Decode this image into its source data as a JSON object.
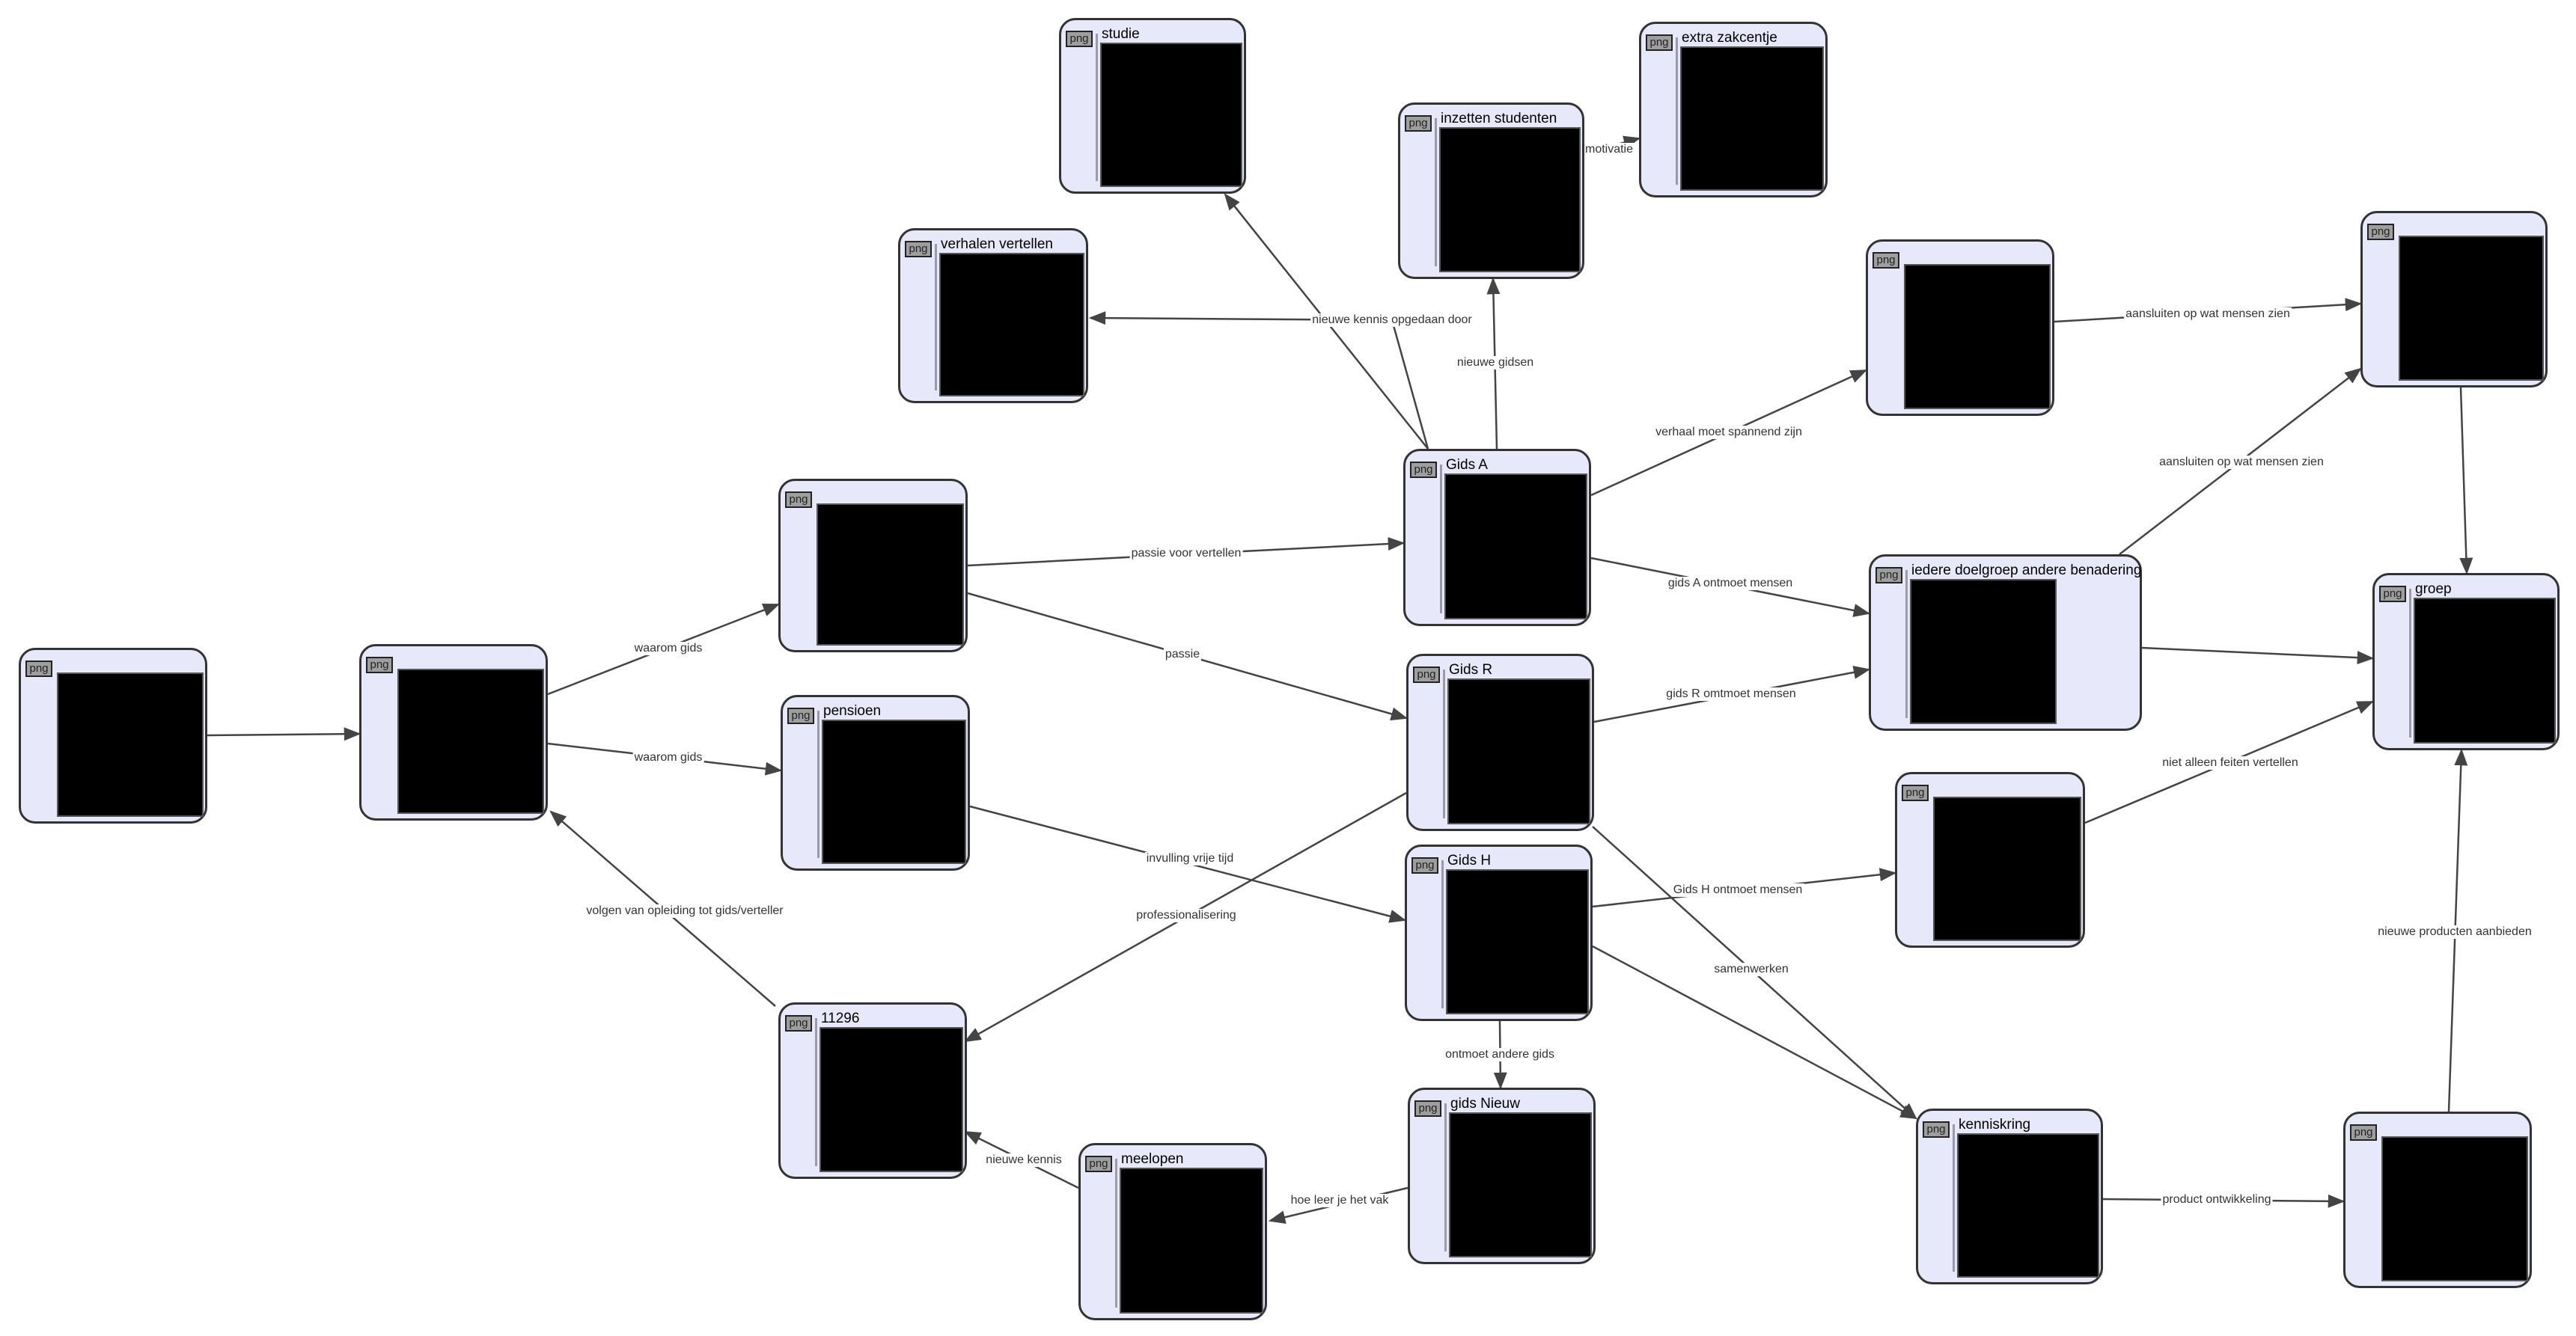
{
  "diagram": {
    "colors": {
      "node_fill": "#e8e8fb",
      "node_border": "#333333",
      "image_fill": "#000000",
      "badge_fill": "#9e9e9e",
      "edge": "#444444",
      "background": "#ffffff"
    },
    "badge_label": "png",
    "badge_icon": "image-file-icon",
    "nodes": [
      {
        "id": "start",
        "title": ""
      },
      {
        "id": "root",
        "title": ""
      },
      {
        "id": "passion",
        "title": ""
      },
      {
        "id": "pensioen",
        "title": "pensioen"
      },
      {
        "id": "n11296",
        "title": "11296"
      },
      {
        "id": "verhalen",
        "title": "verhalen vertellen"
      },
      {
        "id": "studie",
        "title": "studie"
      },
      {
        "id": "inzetten",
        "title": "inzetten studenten"
      },
      {
        "id": "extra",
        "title": "extra zakcentje"
      },
      {
        "id": "gidsA",
        "title": "Gids A"
      },
      {
        "id": "gidsR",
        "title": "Gids R"
      },
      {
        "id": "gidsH",
        "title": "Gids H"
      },
      {
        "id": "gidsNieuw",
        "title": "gids Nieuw"
      },
      {
        "id": "meelopen",
        "title": "meelopen"
      },
      {
        "id": "spannend",
        "title": ""
      },
      {
        "id": "iedere",
        "title": "iedere doelgroep andere benadering"
      },
      {
        "id": "zien",
        "title": ""
      },
      {
        "id": "groep",
        "title": "groep"
      },
      {
        "id": "feiten",
        "title": ""
      },
      {
        "id": "kenniskring",
        "title": "kenniskring"
      },
      {
        "id": "product",
        "title": ""
      }
    ],
    "edges": [
      {
        "from": "start",
        "to": "root",
        "label": ""
      },
      {
        "from": "root",
        "to": "passion",
        "label": "waarom gids"
      },
      {
        "from": "root",
        "to": "pensioen",
        "label": "waarom gids"
      },
      {
        "from": "n11296",
        "to": "root",
        "label": "volgen van opleiding tot gids/verteller"
      },
      {
        "from": "passion",
        "to": "gidsA",
        "label": "passie voor vertellen"
      },
      {
        "from": "passion",
        "to": "gidsR",
        "label": "passie"
      },
      {
        "from": "pensioen",
        "to": "gidsH",
        "label": "invulling vrije tijd"
      },
      {
        "from": "gidsR",
        "to": "n11296",
        "label": "professionalisering"
      },
      {
        "from": "gidsA",
        "to": "verhalen",
        "label": "nieuwe kennis opgedaan door"
      },
      {
        "from": "gidsA",
        "to": "studie",
        "label": ""
      },
      {
        "from": "gidsA",
        "to": "inzetten",
        "label": "nieuwe gidsen"
      },
      {
        "from": "inzetten",
        "to": "extra",
        "label": "motivatie"
      },
      {
        "from": "gidsA",
        "to": "spannend",
        "label": "verhaal moet spannend zijn"
      },
      {
        "from": "gidsA",
        "to": "iedere",
        "label": "gids A ontmoet mensen"
      },
      {
        "from": "gidsR",
        "to": "iedere",
        "label": "gids R omtmoet mensen"
      },
      {
        "from": "gidsR",
        "to": "kenniskring",
        "label": ""
      },
      {
        "from": "gidsH",
        "to": "feiten",
        "label": "Gids H ontmoet mensen"
      },
      {
        "from": "gidsH",
        "to": "kenniskring",
        "label": "samenwerken"
      },
      {
        "from": "gidsH",
        "to": "gidsNieuw",
        "label": "ontmoet andere gids"
      },
      {
        "from": "gidsNieuw",
        "to": "meelopen",
        "label": "hoe leer je het vak"
      },
      {
        "from": "meelopen",
        "to": "n11296",
        "label": "nieuwe kennis"
      },
      {
        "from": "spannend",
        "to": "zien",
        "label": "aansluiten op wat mensen zien"
      },
      {
        "from": "iedere",
        "to": "zien",
        "label": "aansluiten op wat mensen zien"
      },
      {
        "from": "iedere",
        "to": "groep",
        "label": ""
      },
      {
        "from": "zien",
        "to": "groep",
        "label": ""
      },
      {
        "from": "feiten",
        "to": "groep",
        "label": "niet alleen feiten vertellen"
      },
      {
        "from": "kenniskring",
        "to": "product",
        "label": "product ontwikkeling"
      },
      {
        "from": "product",
        "to": "groep",
        "label": "nieuwe producten aanbieden"
      }
    ]
  }
}
